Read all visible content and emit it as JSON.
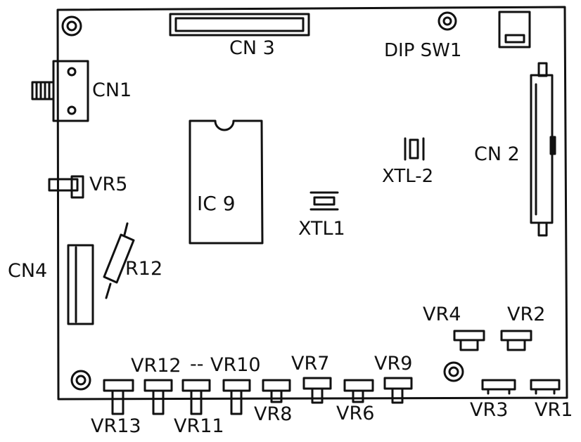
{
  "labels": {
    "cn1": "CN1",
    "cn2": "CN 2",
    "cn3": "CN 3",
    "cn4": "CN4",
    "dipsw1": "DIP SW1",
    "ic9": "IC 9",
    "xtl1": "XTL1",
    "xtl2": "XTL-2",
    "r12": "R12",
    "vr1": "VR1",
    "vr2": "VR2",
    "vr3": "VR3",
    "vr4": "VR4",
    "vr5": "VR5",
    "vr6": "VR6",
    "vr7": "VR7",
    "vr8": "VR8",
    "vr9": "VR9",
    "vr10": "VR10",
    "vr11": "VR11",
    "vr12": "VR12",
    "vr13": "VR13",
    "dash": "--"
  }
}
